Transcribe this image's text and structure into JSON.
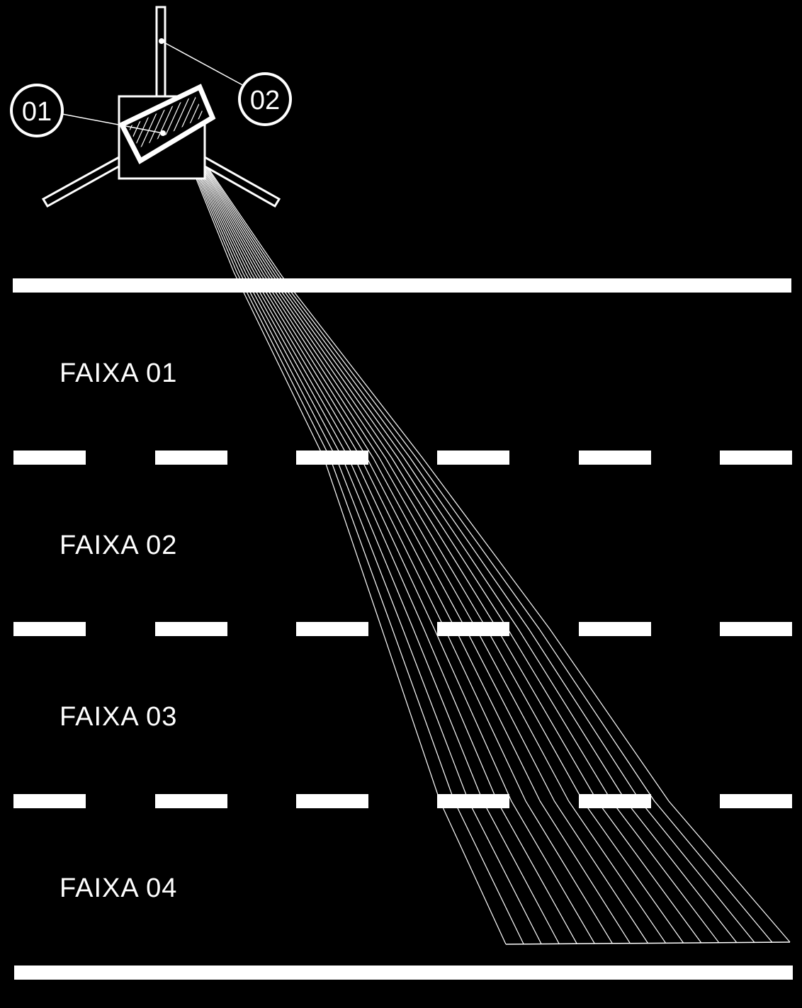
{
  "background_color": "#000000",
  "line_color": "#ffffff",
  "callouts": [
    {
      "label": "01"
    },
    {
      "label": "02"
    }
  ],
  "lanes": [
    {
      "label": "FAIXA 01"
    },
    {
      "label": "FAIXA 02"
    },
    {
      "label": "FAIXA 03"
    },
    {
      "label": "FAIXA 04"
    }
  ]
}
